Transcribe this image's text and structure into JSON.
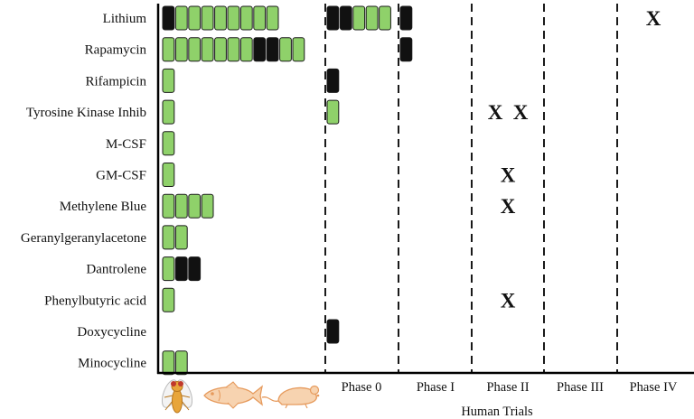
{
  "figure": {
    "footer_label": "Human Trials",
    "colors": {
      "green_block": "#8fd16a",
      "black_block": "#111111",
      "block_stroke": "#1a1a1a",
      "axis": "#000000",
      "animal_fill": "#f7d3b0",
      "animal_stroke": "#e69a5c",
      "fly_body": "#e8a53a"
    },
    "model_organisms": [
      {
        "name": "fly",
        "icon": "fruit-fly-icon"
      },
      {
        "name": "fish",
        "icon": "zebrafish-icon"
      },
      {
        "name": "mouse",
        "icon": "mouse-icon"
      }
    ],
    "phases": [
      "Phase 0",
      "Phase I",
      "Phase II",
      "Phase III",
      "Phase IV"
    ],
    "drugs": [
      {
        "name": "Lithium",
        "preclinical": [
          "B",
          "G",
          "G",
          "G",
          "G",
          "G",
          "G",
          "G",
          "G"
        ],
        "phase0": [
          "B",
          "B",
          "G",
          "G",
          "G"
        ],
        "phase1": [
          "B"
        ],
        "x_marks": [
          {
            "phase": "Phase IV",
            "count": 1
          }
        ]
      },
      {
        "name": "Rapamycin",
        "preclinical": [
          "G",
          "G",
          "G",
          "G",
          "G",
          "G",
          "G",
          "B",
          "B",
          "G",
          "G"
        ],
        "phase0": [],
        "phase1": [
          "B"
        ],
        "x_marks": []
      },
      {
        "name": "Rifampicin",
        "preclinical": [
          "G"
        ],
        "phase0": [
          "B"
        ],
        "phase1": [],
        "x_marks": []
      },
      {
        "name": "Tyrosine Kinase Inhib",
        "preclinical": [
          "G"
        ],
        "phase0": [
          "G"
        ],
        "phase1": [],
        "x_marks": [
          {
            "phase": "Phase II",
            "count": 2
          }
        ]
      },
      {
        "name": "M-CSF",
        "preclinical": [
          "G"
        ],
        "phase0": [],
        "phase1": [],
        "x_marks": []
      },
      {
        "name": "GM-CSF",
        "preclinical": [
          "G"
        ],
        "phase0": [],
        "phase1": [],
        "x_marks": [
          {
            "phase": "Phase II",
            "count": 1
          }
        ]
      },
      {
        "name": "Methylene Blue",
        "preclinical": [
          "G",
          "G",
          "G",
          "G"
        ],
        "phase0": [],
        "phase1": [],
        "x_marks": [
          {
            "phase": "Phase II",
            "count": 1
          }
        ]
      },
      {
        "name": "Geranylgeranylacetone",
        "preclinical": [
          "G",
          "G"
        ],
        "phase0": [],
        "phase1": [],
        "x_marks": []
      },
      {
        "name": "Dantrolene",
        "preclinical": [
          "G",
          "B",
          "B"
        ],
        "phase0": [],
        "phase1": [],
        "x_marks": []
      },
      {
        "name": "Phenylbutyric acid",
        "preclinical": [
          "G"
        ],
        "phase0": [],
        "phase1": [],
        "x_marks": [
          {
            "phase": "Phase II",
            "count": 1
          }
        ]
      },
      {
        "name": "Doxycycline",
        "preclinical": [],
        "phase0": [
          "B"
        ],
        "phase1": [],
        "x_marks": []
      },
      {
        "name": "Minocycline",
        "preclinical": [
          "G",
          "G"
        ],
        "phase0": [],
        "phase1": [],
        "x_marks": []
      }
    ],
    "x_symbol": "X"
  }
}
